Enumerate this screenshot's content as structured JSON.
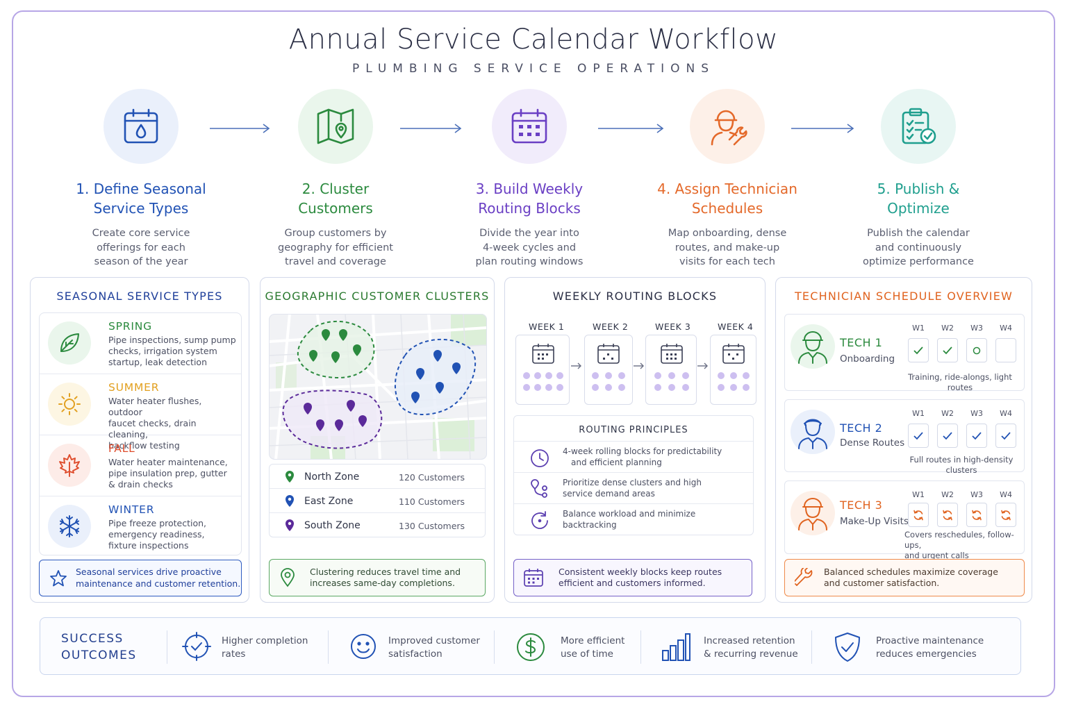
{
  "header": {
    "title": "Annual Service Calendar Workflow",
    "subtitle": "PLUMBING SERVICE OPERATIONS"
  },
  "steps": [
    {
      "title_line1": "1. Define Seasonal",
      "title_line2": "Service Types",
      "desc_line1": "Create core service",
      "desc_line2": "offerings for each",
      "desc_line3": "season of the year",
      "icon": "calendar-water-drop-icon",
      "color": "#2152b4",
      "bg": "#eaf0fb"
    },
    {
      "title_line1": "2. Cluster",
      "title_line2": "Customers",
      "desc_line1": "Group customers by",
      "desc_line2": "geography for efficient",
      "desc_line3": "travel and coverage",
      "icon": "map-pin-icon",
      "color": "#2b8a3e",
      "bg": "#eaf6ec"
    },
    {
      "title_line1": "3. Build Weekly",
      "title_line2": "Routing Blocks",
      "desc_line1": "Divide the year into",
      "desc_line2": "4-week cycles and",
      "desc_line3": "plan routing windows",
      "icon": "calendar-grid-icon",
      "color": "#6a3fc4",
      "bg": "#f1ecfb"
    },
    {
      "title_line1": "4. Assign Technician",
      "title_line2": "Schedules",
      "desc_line1": "Map onboarding, dense",
      "desc_line2": "routes, and make-up",
      "desc_line3": "visits for each tech",
      "icon": "technician-wrench-icon",
      "color": "#e4692a",
      "bg": "#fdf0e8"
    },
    {
      "title_line1": "5. Publish &",
      "title_line2": "Optimize",
      "desc_line1": "Publish the calendar",
      "desc_line2": "and continuously",
      "desc_line3": "optimize performance",
      "icon": "clipboard-check-icon",
      "color": "#1f9f8e",
      "bg": "#e8f6f3"
    }
  ],
  "seasonal": {
    "title": "SEASONAL SERVICE TYPES",
    "color": "#1f3f9a",
    "items": [
      {
        "name": "SPRING",
        "color": "#2b8a3e",
        "bg": "#eaf6ec",
        "icon": "leaf-icon",
        "l1": "Pipe inspections, sump pump",
        "l2": "checks, irrigation system",
        "l3": "startup, leak detection"
      },
      {
        "name": "SUMMER",
        "color": "#e2a020",
        "bg": "#fdf6e3",
        "icon": "sun-icon",
        "l1": "Water heater flushes, outdoor",
        "l2": "faucet checks, drain cleaning,",
        "l3": "backflow testing"
      },
      {
        "name": "FALL",
        "color": "#de4b2b",
        "bg": "#fdece8",
        "icon": "maple-leaf-icon",
        "l1": "Water heater maintenance,",
        "l2": "pipe insulation prep, gutter",
        "l3": "& drain checks"
      },
      {
        "name": "WINTER",
        "color": "#2152b4",
        "bg": "#eaf0fb",
        "icon": "snowflake-icon",
        "l1": "Pipe freeze protection,",
        "l2": "emergency readiness,",
        "l3": "fixture inspections"
      }
    ],
    "note_l1": "Seasonal services drive proactive",
    "note_l2": "maintenance and customer retention."
  },
  "clusters": {
    "title": "GEOGRAPHIC CUSTOMER CLUSTERS",
    "color": "#2b7a30",
    "zones": [
      {
        "name": "North Zone",
        "count": "120 Customers",
        "color": "#2b8a3e"
      },
      {
        "name": "East Zone",
        "count": "110 Customers",
        "color": "#2152b4"
      },
      {
        "name": "South Zone",
        "count": "130 Customers",
        "color": "#5b2a9a"
      }
    ],
    "note_l1": "Clustering reduces travel time and",
    "note_l2": "increases same-day completions."
  },
  "routing": {
    "title": "WEEKLY ROUTING BLOCKS",
    "color": "#2b2f45",
    "weeks": [
      "WEEK 1",
      "WEEK 2",
      "WEEK 3",
      "WEEK 4"
    ],
    "principles_title": "ROUTING PRINCIPLES",
    "principles": [
      {
        "l1": "4-week rolling blocks for predictability",
        "l2": "and efficient planning",
        "icon": "clock-icon"
      },
      {
        "l1": "Prioritize dense clusters and high",
        "l2": "service demand areas",
        "icon": "route-pins-icon"
      },
      {
        "l1": "Balance workload and minimize",
        "l2": "backtracking",
        "icon": "refresh-cycle-icon"
      }
    ],
    "note_l1": "Consistent weekly blocks keep routes",
    "note_l2": "efficient and customers informed."
  },
  "technicians": {
    "title": "TECHNICIAN SCHEDULE OVERVIEW",
    "color": "#e0631f",
    "week_labels": [
      "W1",
      "W2",
      "W3",
      "W4"
    ],
    "techs": [
      {
        "name": "TECH 1",
        "role": "Onboarding",
        "color": "#2b8a3e",
        "bg": "#eaf6ec",
        "foot_l1": "Training, ride-alongs, light routes",
        "foot_l2": "",
        "marks": [
          "check",
          "check",
          "circle",
          "empty"
        ]
      },
      {
        "name": "TECH 2",
        "role": "Dense Routes",
        "color": "#2152b4",
        "bg": "#eaf0fb",
        "foot_l1": "Full routes in high-density clusters",
        "foot_l2": "",
        "marks": [
          "check",
          "check",
          "check",
          "check"
        ]
      },
      {
        "name": "TECH 3",
        "role": "Make-Up Visits",
        "color": "#e0631f",
        "bg": "#fdf0e8",
        "foot_l1": "Covers reschedules, follow-ups,",
        "foot_l2": "and urgent calls",
        "marks": [
          "refresh",
          "refresh",
          "refresh",
          "refresh"
        ]
      }
    ],
    "note_l1": "Balanced schedules maximize coverage",
    "note_l2": "and customer satisfaction."
  },
  "outcomes": {
    "title_l1": "SUCCESS",
    "title_l2": "OUTCOMES",
    "items": [
      {
        "l1": "Higher completion",
        "l2": "rates",
        "icon": "target-check-icon",
        "color": "#2152b4"
      },
      {
        "l1": "Improved customer",
        "l2": "satisfaction",
        "icon": "smiley-icon",
        "color": "#2152b4"
      },
      {
        "l1": "More efficient",
        "l2": "use of time",
        "icon": "dollar-icon",
        "color": "#2b8a3e"
      },
      {
        "l1": "Increased retention",
        "l2": "& recurring revenue",
        "icon": "bar-chart-icon",
        "color": "#2152b4"
      },
      {
        "l1": "Proactive maintenance",
        "l2": "reduces emergencies",
        "icon": "shield-check-icon",
        "color": "#2152b4"
      }
    ]
  }
}
